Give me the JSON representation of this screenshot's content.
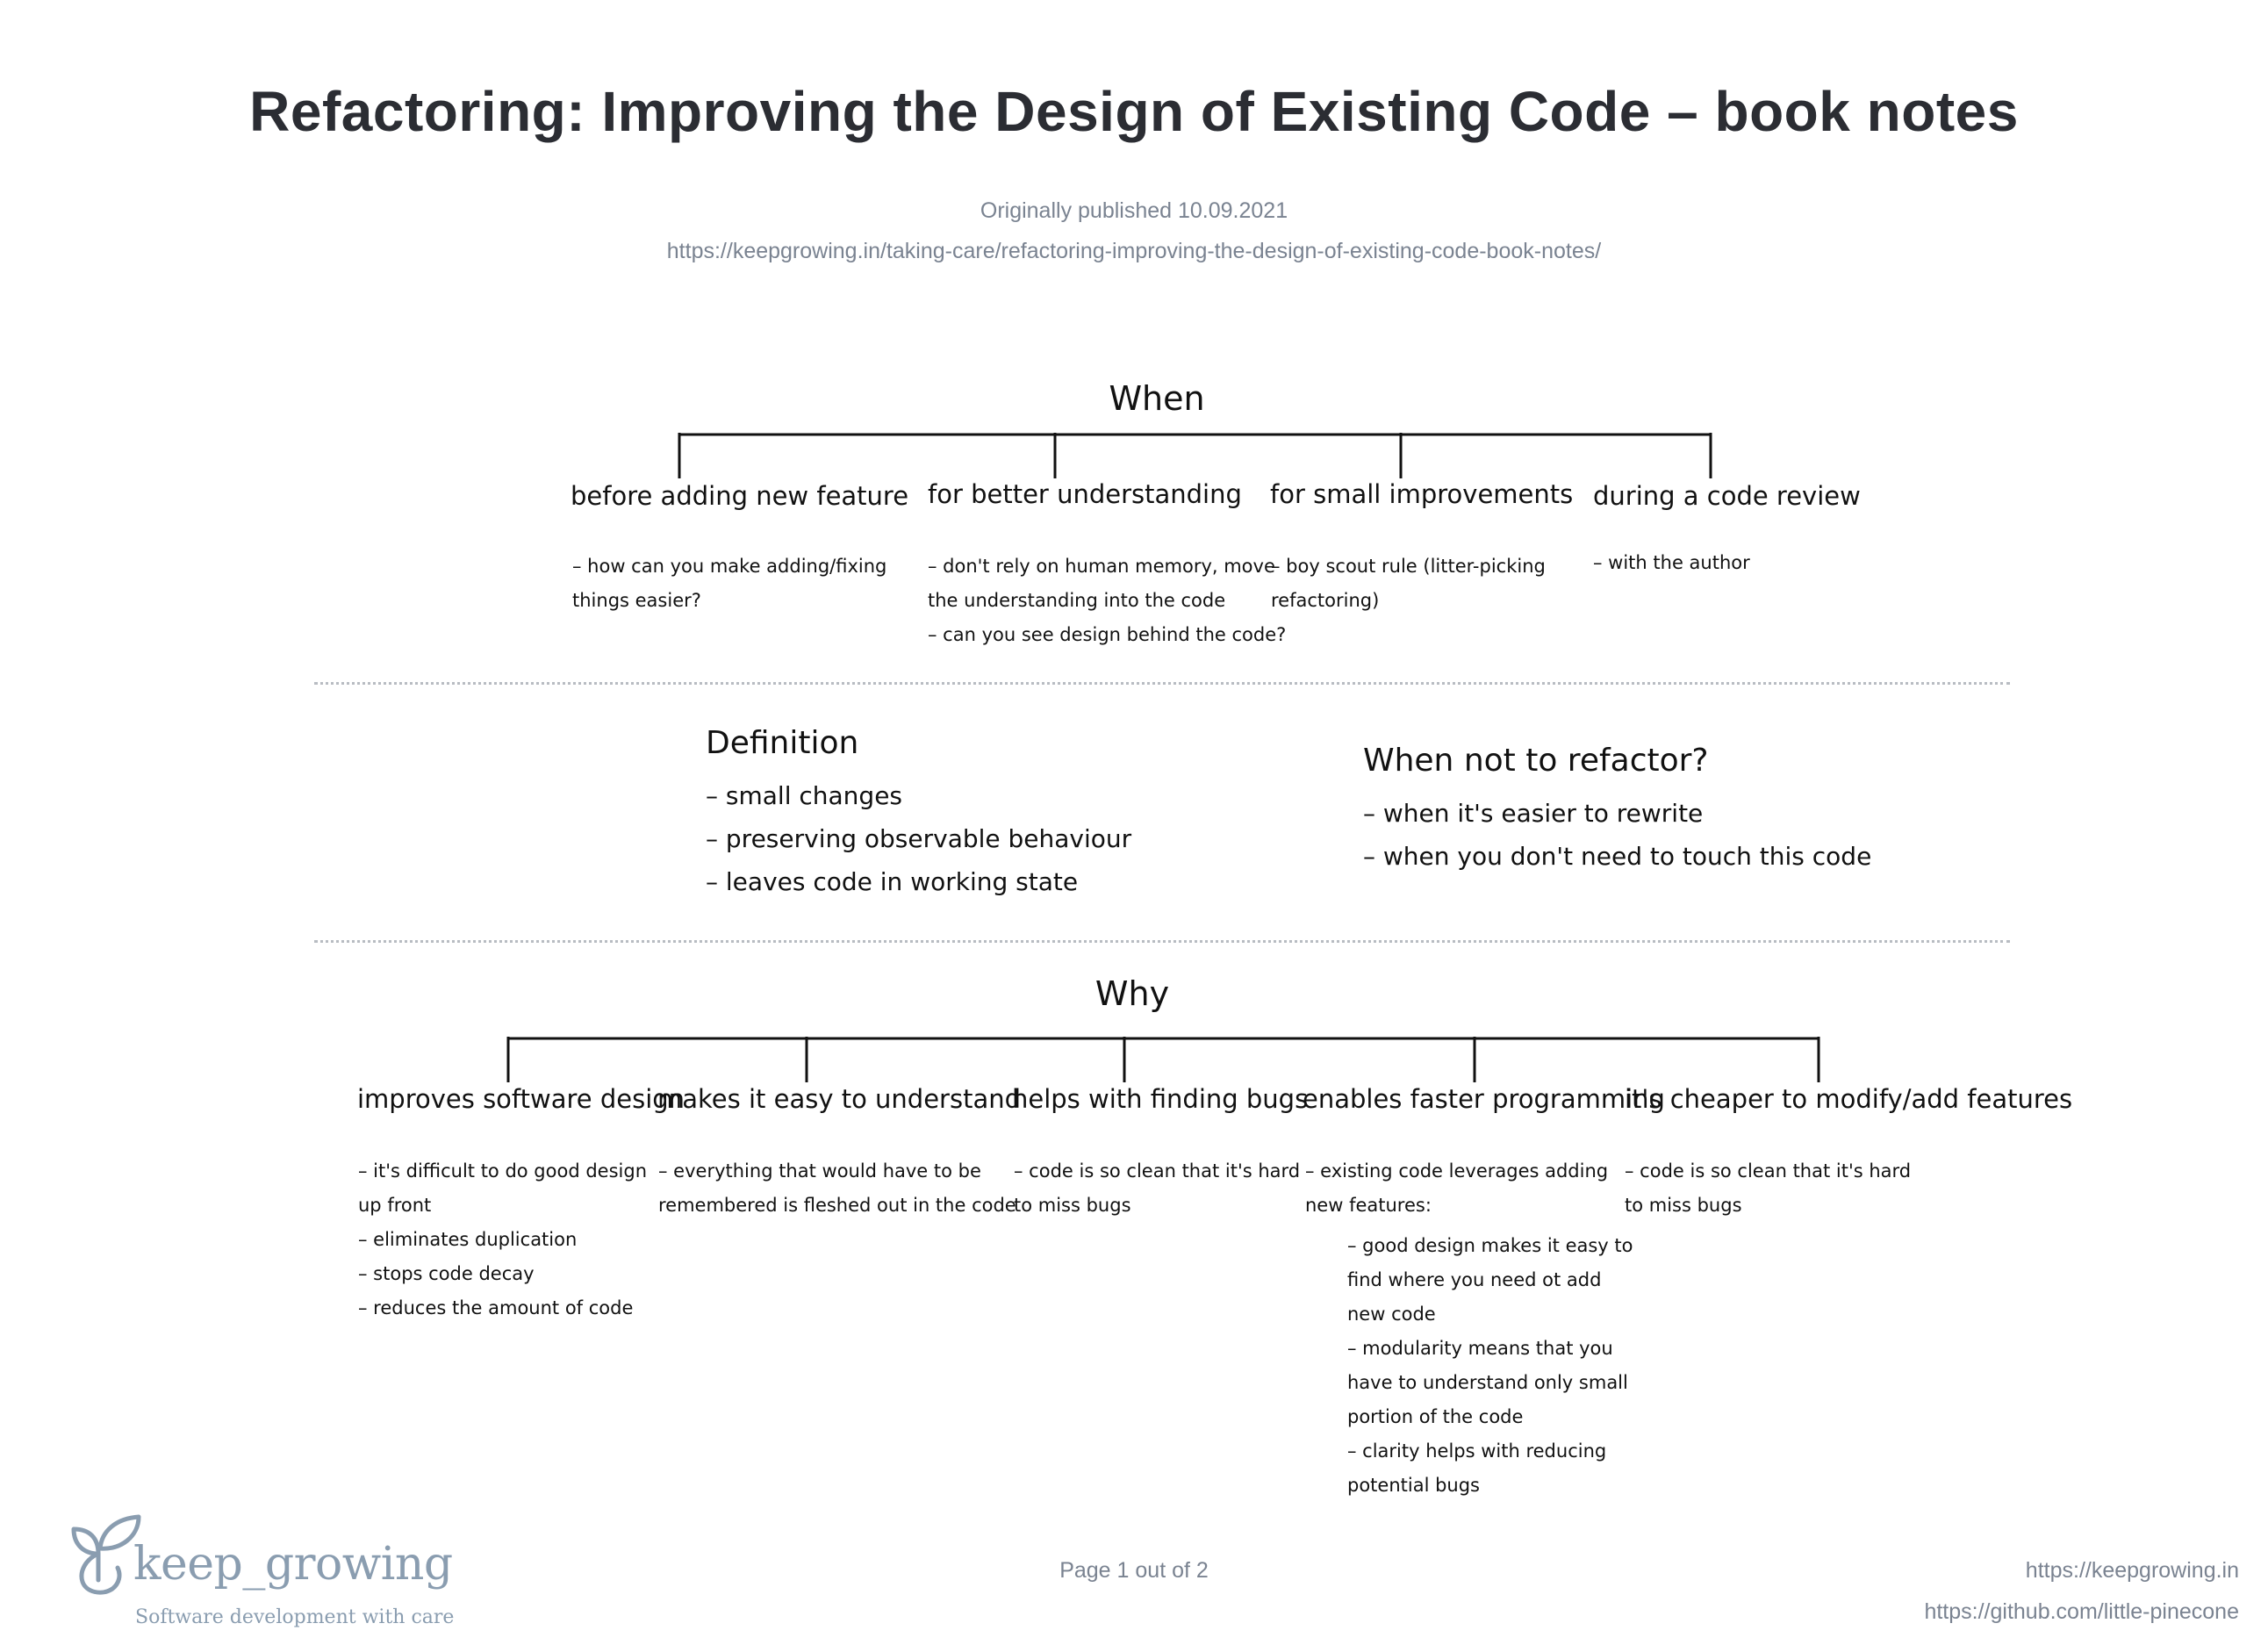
{
  "header": {
    "title": "Refactoring: Improving the Design of Existing Code – book notes",
    "published": "Originally published 10.09.2021",
    "url": "https://keepgrowing.in/taking-care/refactoring-improving-the-design-of-existing-code-book-notes/"
  },
  "when": {
    "title": "When",
    "branches": [
      {
        "label": "before adding new feature",
        "notes": [
          "– how can you make adding/fixing",
          "things easier?"
        ]
      },
      {
        "label": "for better understanding",
        "notes": [
          "– don't rely on human memory, move",
          "the understanding into the code",
          "– can you see design behind the code?"
        ]
      },
      {
        "label": "for small improvements",
        "notes": [
          "– boy scout rule (litter-picking",
          "refactoring)"
        ]
      },
      {
        "label": "during a code review",
        "notes": [
          "– with the author"
        ]
      }
    ]
  },
  "definition": {
    "title": "Definition",
    "items": [
      "– small changes",
      "– preserving observable behaviour",
      "– leaves code in working state"
    ]
  },
  "when_not": {
    "title": "When not to refactor?",
    "items": [
      "– when it's easier to rewrite",
      "– when you don't need to touch this code"
    ]
  },
  "why": {
    "title": "Why",
    "branches": [
      {
        "label": "improves software design",
        "notes": [
          "– it's difficult to do good design",
          "up front",
          "– eliminates duplication",
          "– stops code decay",
          "– reduces the amount of code"
        ]
      },
      {
        "label": "makes it easy to understand",
        "notes": [
          "– everything that would have to be",
          "remembered is fleshed out in the code"
        ]
      },
      {
        "label": "helps with finding bugs",
        "notes": [
          "– code is so clean that it's hard",
          "to miss bugs"
        ]
      },
      {
        "label": "enables faster programming",
        "notes": [
          "– existing code leverages adding",
          "new features:"
        ],
        "subnotes": [
          "– good design makes it easy to",
          "find where you need ot add",
          "new code",
          "– modularity means that you",
          "have to understand only small",
          "portion of the code",
          "– clarity helps with reducing",
          "potential bugs"
        ]
      },
      {
        "label": "it's cheaper to modify/add features",
        "notes": [
          "– code is so clean that it's hard",
          "to miss bugs"
        ]
      }
    ]
  },
  "footer": {
    "brand": "keep_growing",
    "tagline": "Software development with care",
    "page": "Page 1 out of 2",
    "site": "https://keepgrowing.in",
    "github": "https://github.com/little-pinecone",
    "brand_color": "#8a9db0"
  }
}
